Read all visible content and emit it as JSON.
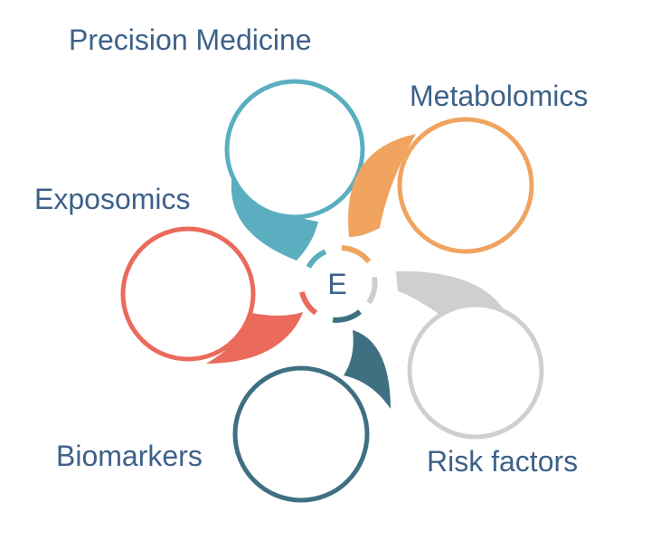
{
  "diagram": {
    "center": {
      "text": "E"
    },
    "petals": [
      {
        "key": "precision",
        "label": "Precision Medicine",
        "color": "#5aaec0"
      },
      {
        "key": "metabolomics",
        "label": "Metabolomics",
        "color": "#f0a460"
      },
      {
        "key": "risk",
        "label": "Risk factors",
        "color": "#cfcfcf"
      },
      {
        "key": "biomarkers",
        "label": "Biomarkers",
        "color": "#3f7082"
      },
      {
        "key": "exposomics",
        "label": "Exposomics",
        "color": "#ea6a5c"
      }
    ],
    "label_color": "#3d6189"
  }
}
